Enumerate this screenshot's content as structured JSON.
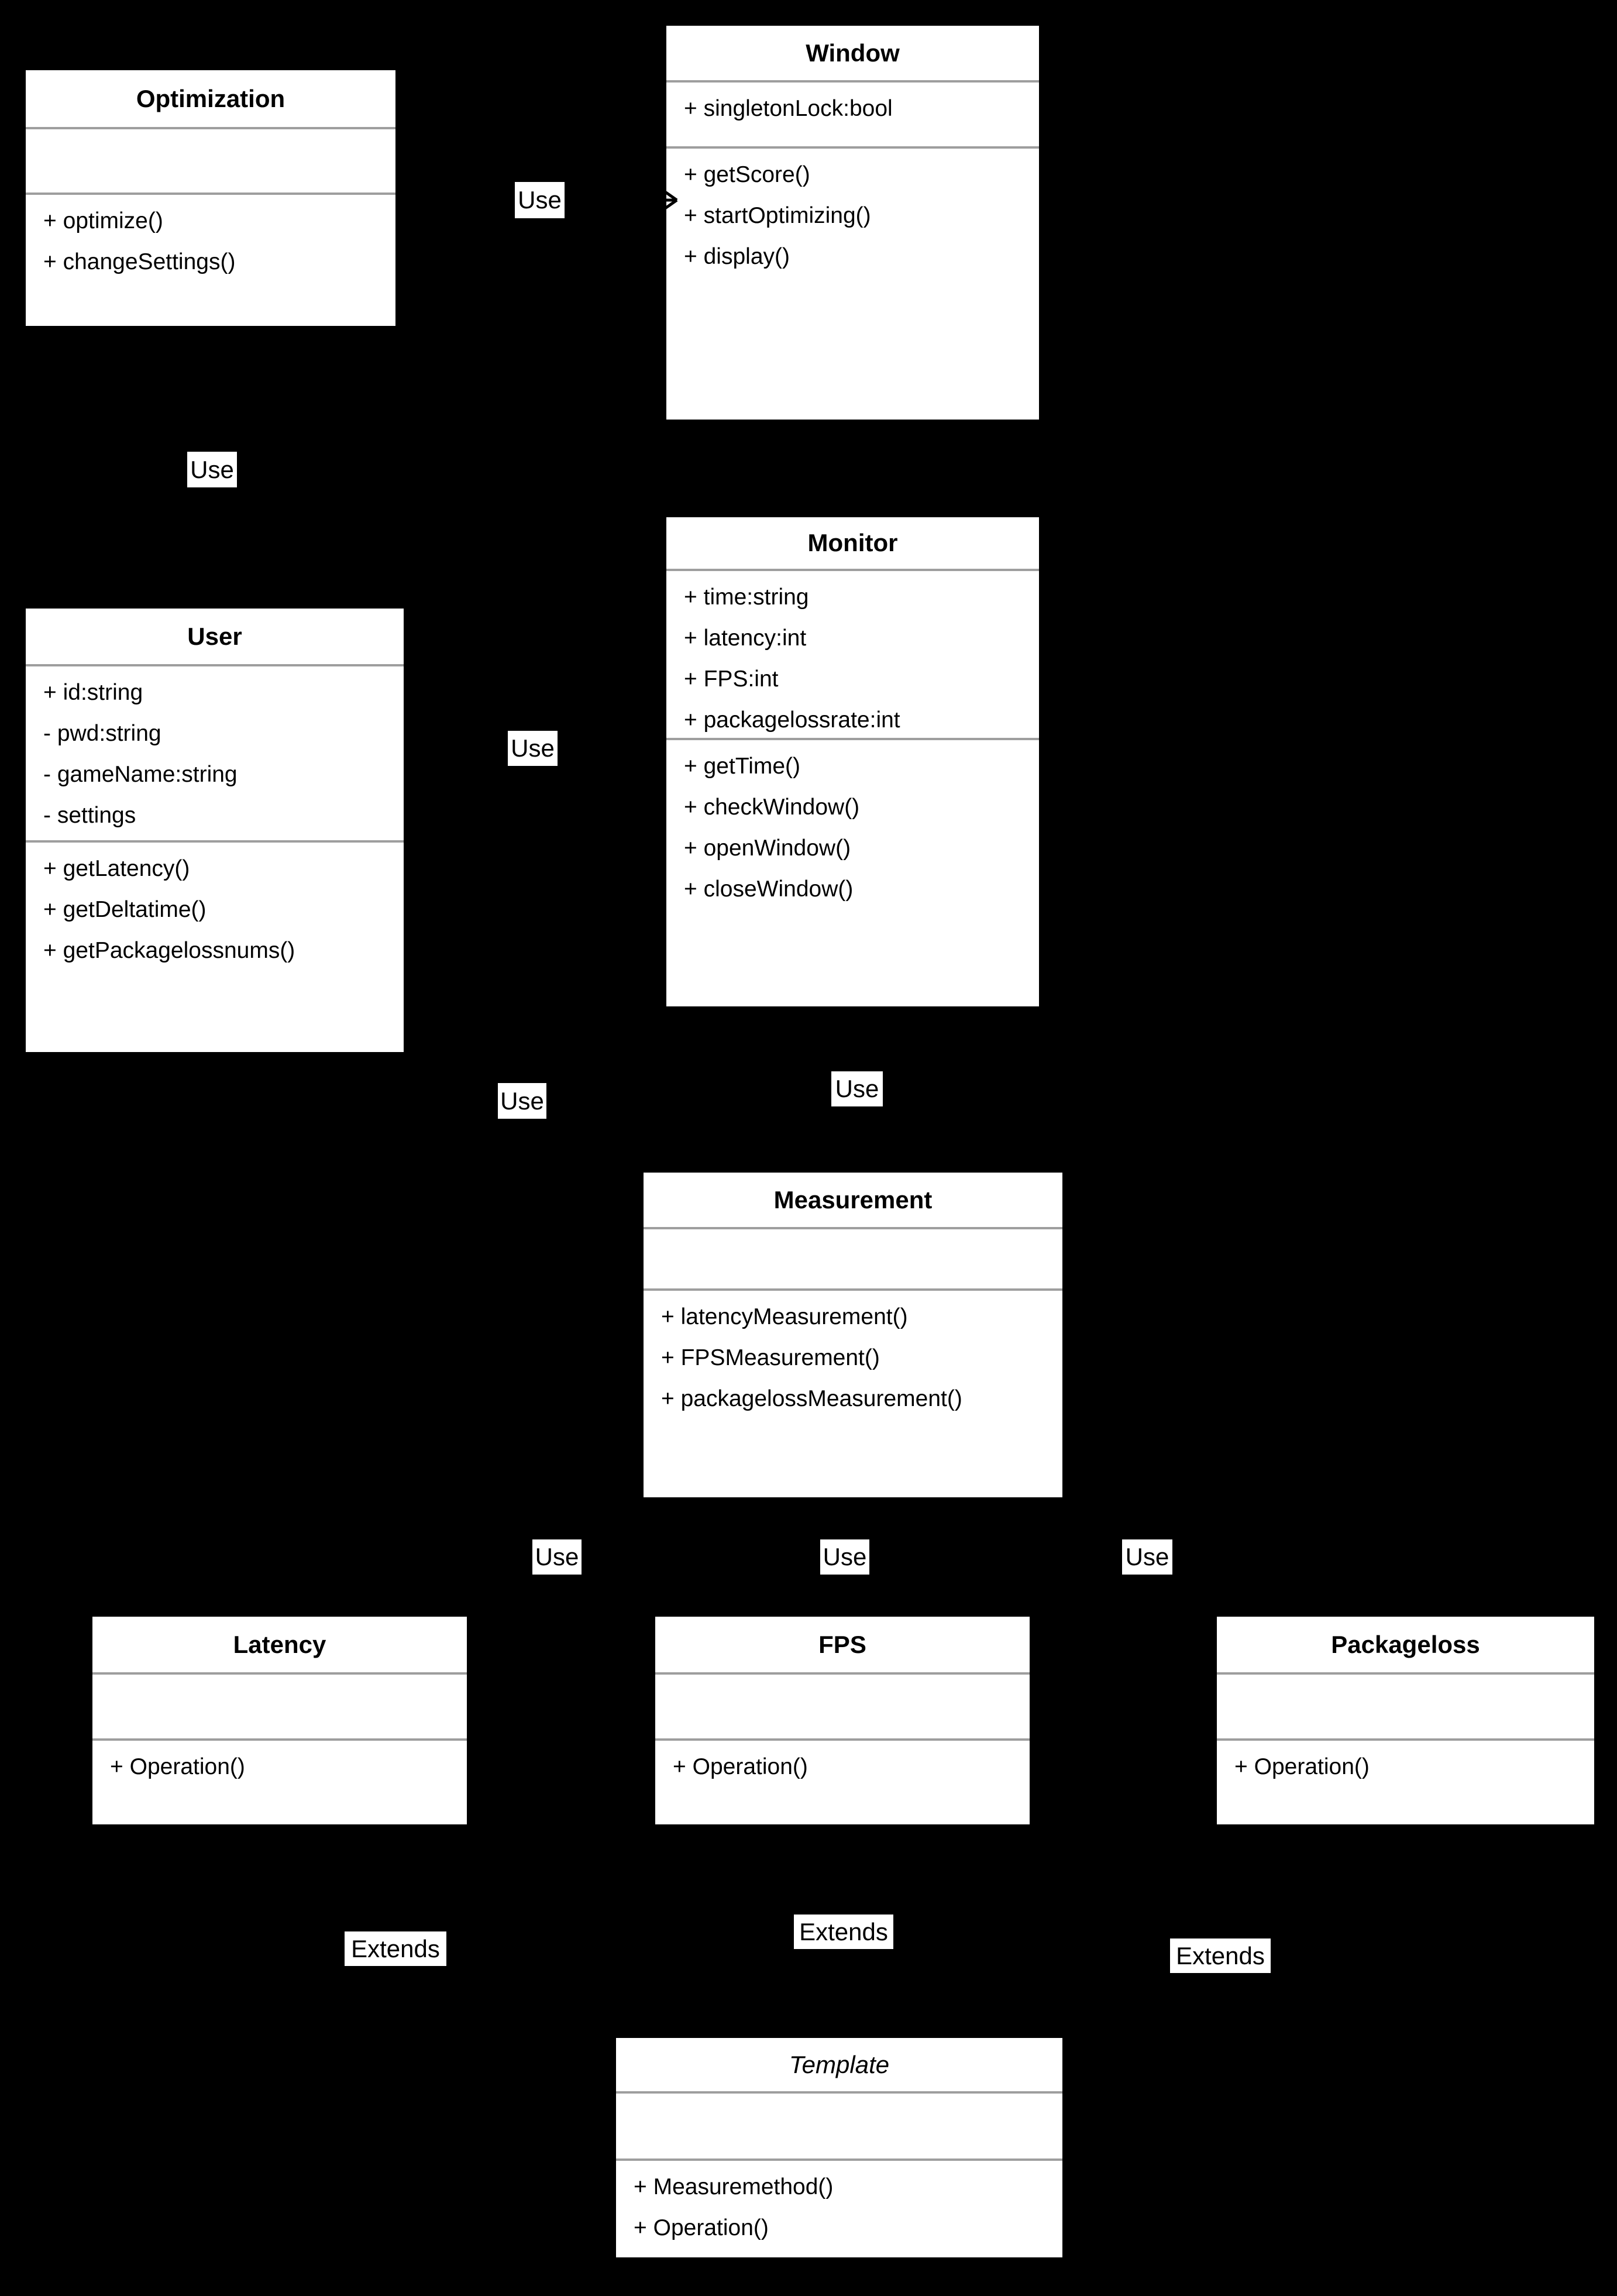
{
  "diagram": {
    "type": "uml-class-diagram",
    "background_color": "#000000",
    "node_fill": "#ffffff",
    "node_text_color": "#000000",
    "separator_color": "#9e9e9e",
    "edge_label_background": "#ffffff"
  },
  "strings": {
    "use": "Use",
    "extends": "Extends"
  },
  "classes": [
    {
      "name": "Optimization",
      "attributes": [],
      "methods": [
        "+ optimize()",
        "+ changeSettings()"
      ]
    },
    {
      "name": "Window",
      "attributes": [
        "+ singletonLock:bool"
      ],
      "methods": [
        "+ getScore()",
        "+ startOptimizing()",
        "+ display()"
      ]
    },
    {
      "name": "User",
      "attributes": [
        "+ id:string",
        "- pwd:string",
        "- gameName:string",
        "- settings"
      ],
      "methods": [
        "+ getLatency()",
        "+ getDeltatime()",
        "+ getPackagelossnums()"
      ]
    },
    {
      "name": "Monitor",
      "attributes": [
        "+ time:string",
        "+ latency:int",
        "+ FPS:int",
        "+ packagelossrate:int"
      ],
      "methods": [
        "+ getTime()",
        "+ checkWindow()",
        "+ openWindow()",
        "+ closeWindow()"
      ]
    },
    {
      "name": "Measurement",
      "attributes": [],
      "methods": [
        "+ latencyMeasurement()",
        "+ FPSMeasurement()",
        "+ packagelossMeasurement()"
      ]
    },
    {
      "name": "Latency",
      "attributes": [],
      "methods": [
        "+ Operation()"
      ]
    },
    {
      "name": "FPS",
      "attributes": [],
      "methods": [
        "+ Operation()"
      ]
    },
    {
      "name": "Packageloss",
      "attributes": [],
      "methods": [
        "+ Operation()"
      ]
    },
    {
      "name": "Template",
      "italic": true,
      "attributes": [],
      "methods": [
        "+ Measuremethod()",
        "+ Operation()"
      ]
    }
  ],
  "edge_labels": {
    "use_count": 8,
    "extends_count": 3
  }
}
